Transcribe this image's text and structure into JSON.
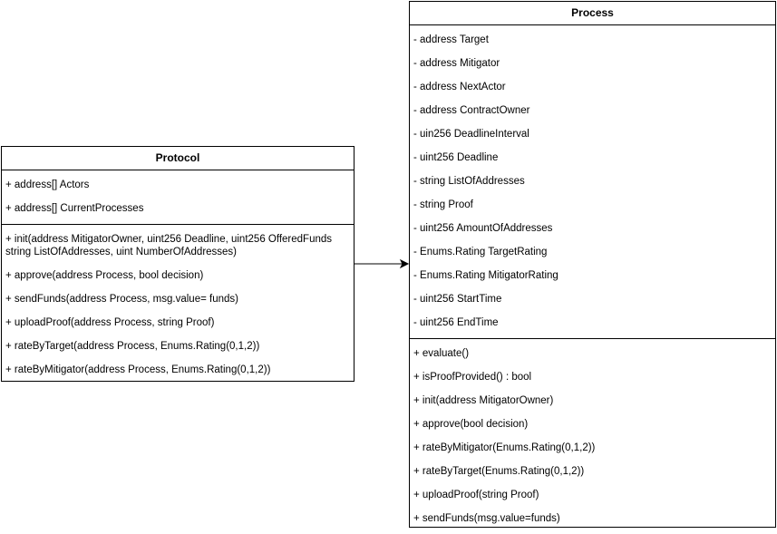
{
  "protocol": {
    "title": "Protocol",
    "attributes": [
      "+ address[] Actors",
      "+ address[] CurrentProcesses"
    ],
    "methods": [
      "+ init(address MitigatorOwner, uint256 Deadline, uint256 OfferedFunds string ListOfAddresses, uint NumberOfAddresses)",
      "+ approve(address Process, bool decision)",
      "+ sendFunds(address Process, msg.value= funds)",
      "+ uploadProof(address Process, string Proof)",
      "+ rateByTarget(address Process, Enums.Rating(0,1,2))",
      "+ rateByMitigator(address Process, Enums.Rating(0,1,2))"
    ]
  },
  "process": {
    "title": "Process",
    "attributes": [
      "- address Target",
      "- address Mitigator",
      "- address NextActor",
      "- address ContractOwner",
      "- uin256 DeadlineInterval",
      "- uint256 Deadline",
      "- string ListOfAddresses",
      "- string Proof",
      "- uint256 AmountOfAddresses",
      "- Enums.Rating TargetRating",
      "- Enums.Rating MitigatorRating",
      "- uint256 StartTime",
      "- uint256 EndTime"
    ],
    "methods": [
      "+ evaluate()",
      "+ isProofProvided() : bool",
      "+ init(address MitigatorOwner)",
      "+ approve(bool decision)",
      "+ rateByMitigator(Enums.Rating(0,1,2))",
      "+ rateByTarget(Enums.Rating(0,1,2))",
      "+ uploadProof(string Proof)",
      "+ sendFunds(msg.value=funds)"
    ]
  },
  "colors": {
    "line": "#000000",
    "background": "#ffffff"
  }
}
